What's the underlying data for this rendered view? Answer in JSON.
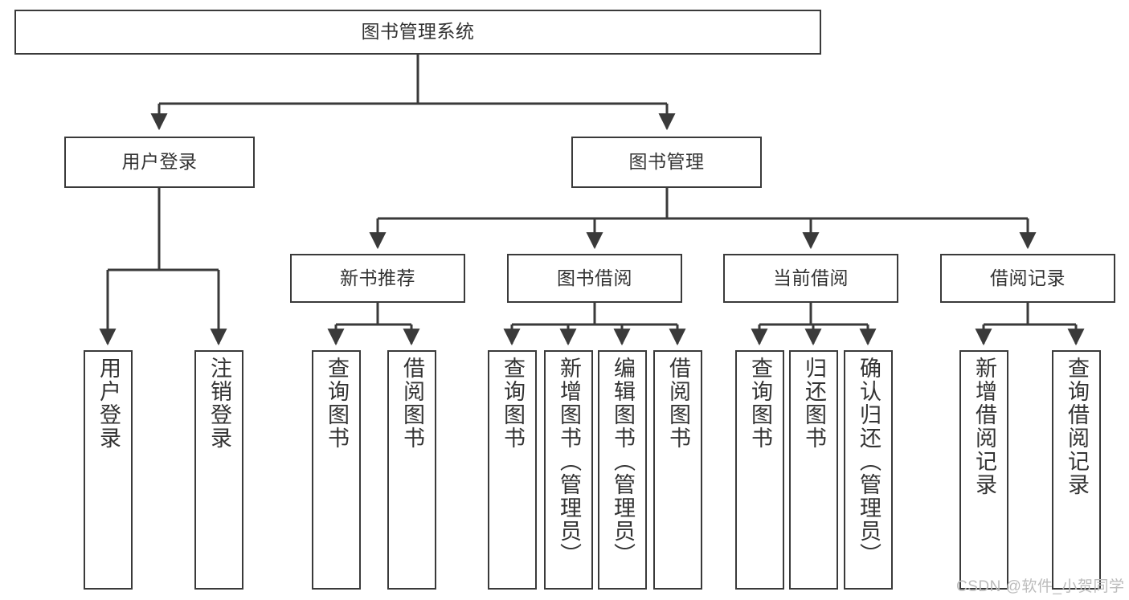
{
  "diagram": {
    "type": "tree-hierarchy",
    "title": "图书管理系统",
    "root": {
      "id": "root",
      "label": "图书管理系统"
    },
    "level2": [
      {
        "id": "user-login",
        "label": "用户登录"
      },
      {
        "id": "book-management",
        "label": "图书管理"
      }
    ],
    "level3": [
      {
        "id": "new-book-recommend",
        "label": "新书推荐",
        "parent": "book-management"
      },
      {
        "id": "book-borrow",
        "label": "图书借阅",
        "parent": "book-management"
      },
      {
        "id": "current-borrow",
        "label": "当前借阅",
        "parent": "book-management"
      },
      {
        "id": "borrow-record",
        "label": "借阅记录",
        "parent": "book-management"
      }
    ],
    "leaves": [
      {
        "id": "leaf-user-login",
        "label": "用户登录",
        "parent": "user-login"
      },
      {
        "id": "leaf-logout-login",
        "label": "注销登录",
        "parent": "user-login"
      },
      {
        "id": "leaf-query-book-1",
        "label": "查询图书",
        "parent": "new-book-recommend"
      },
      {
        "id": "leaf-borrow-book-1",
        "label": "借阅图书",
        "parent": "new-book-recommend"
      },
      {
        "id": "leaf-query-book-2",
        "label": "查询图书",
        "parent": "book-borrow"
      },
      {
        "id": "leaf-add-book",
        "label": "新增图书（管理员）",
        "parent": "book-borrow"
      },
      {
        "id": "leaf-edit-book",
        "label": "编辑图书（管理员）",
        "parent": "book-borrow"
      },
      {
        "id": "leaf-borrow-book-2",
        "label": "借阅图书",
        "parent": "book-borrow"
      },
      {
        "id": "leaf-query-book-3",
        "label": "查询图书",
        "parent": "current-borrow"
      },
      {
        "id": "leaf-return-book",
        "label": "归还图书",
        "parent": "current-borrow"
      },
      {
        "id": "leaf-confirm-return",
        "label": "确认归还（管理员）",
        "parent": "current-borrow"
      },
      {
        "id": "leaf-add-record",
        "label": "新增借阅记录",
        "parent": "borrow-record"
      },
      {
        "id": "leaf-query-record",
        "label": "查询借阅记录",
        "parent": "borrow-record"
      }
    ],
    "colors": {
      "box_border": "#3a3a3a",
      "box_fill": "#ffffff",
      "text": "#333333",
      "connector": "#3a3a3a",
      "watermark": "#bcbcbc"
    }
  },
  "watermark": {
    "text": "CSDN @软件_小贺同学"
  }
}
